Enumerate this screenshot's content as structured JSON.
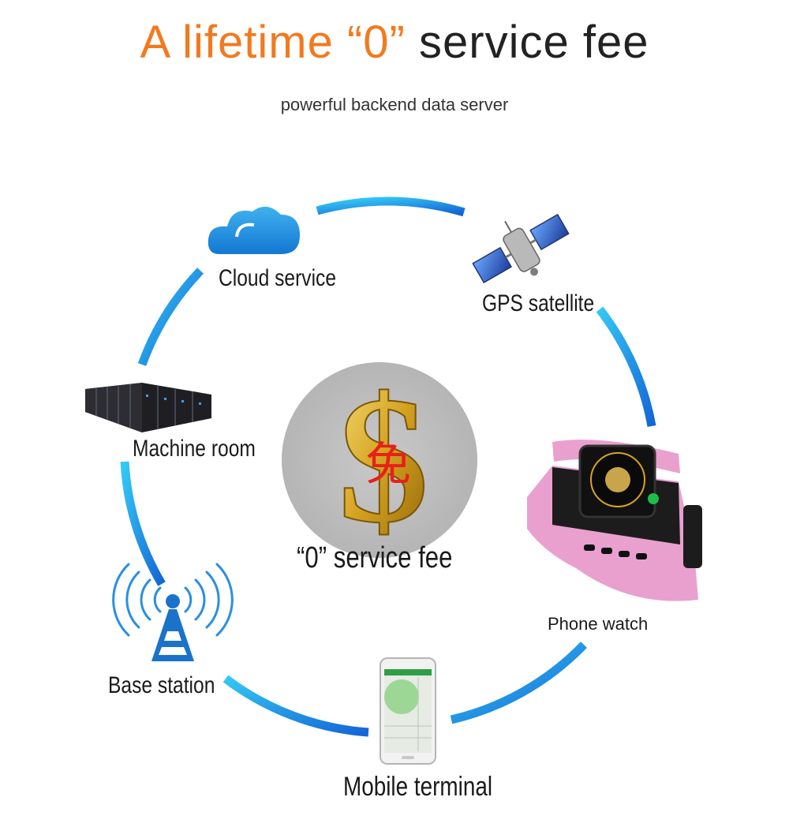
{
  "headline": {
    "part1": "A lifetime",
    "part2": "“0”",
    "part3": "service fee"
  },
  "subtitle": "powerful backend data server",
  "center": {
    "symbol": "$",
    "badge_char": "免",
    "caption": "“0” service fee"
  },
  "nodes": {
    "cloud": {
      "label": "Cloud service",
      "icon": "cloud-icon"
    },
    "satellite": {
      "label": "GPS satellite",
      "icon": "satellite-icon"
    },
    "machine_room": {
      "label": "Machine room",
      "icon": "server-rack-icon"
    },
    "phone_watch": {
      "label": "Phone watch",
      "icon": "smartwatch-icon"
    },
    "base_station": {
      "label": "Base station",
      "icon": "radio-tower-icon"
    },
    "mobile_terminal": {
      "label": "Mobile terminal",
      "icon": "smartphone-icon"
    }
  },
  "colors": {
    "accent_orange": "#f27a1e",
    "ring_blue": "#1a8fe0",
    "coin_gold": "#d9a520",
    "badge_red": "#e8201a",
    "watch_pink": "#e9a0cf"
  }
}
